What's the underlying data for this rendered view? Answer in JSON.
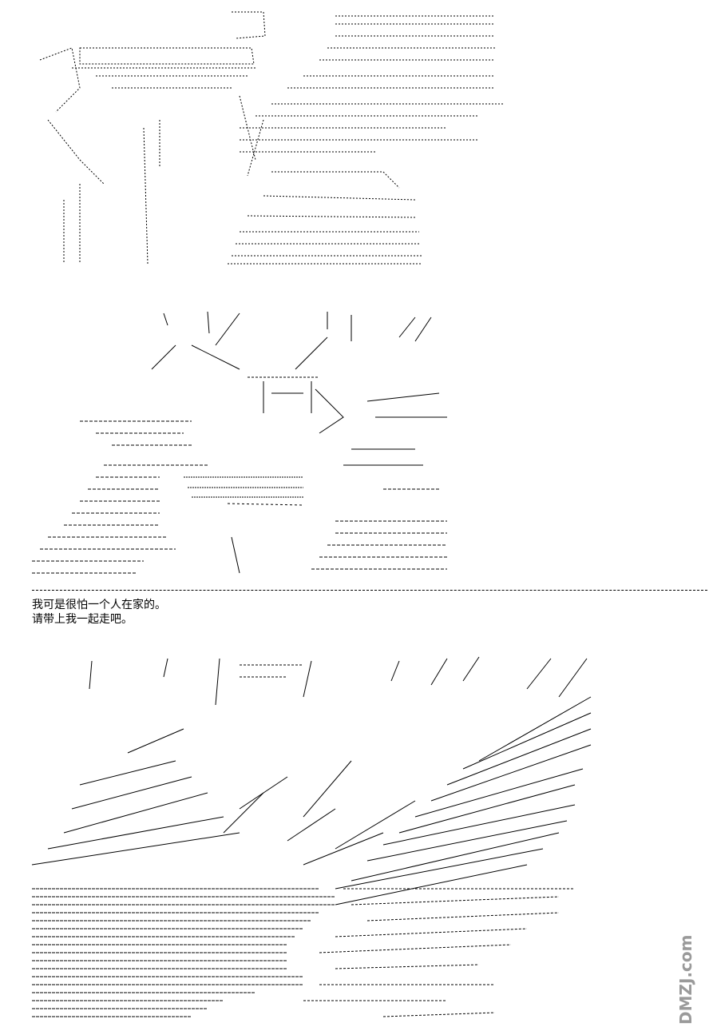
{
  "dialogue": {
    "line1": "我可是很怕一个人在家的。",
    "line2": "请带上我一起走吧。"
  },
  "watermark": {
    "text": "DMZJ.com"
  },
  "colors": {
    "ink": "#000000",
    "paper": "#ffffff",
    "watermark": "#9a9a9a"
  }
}
